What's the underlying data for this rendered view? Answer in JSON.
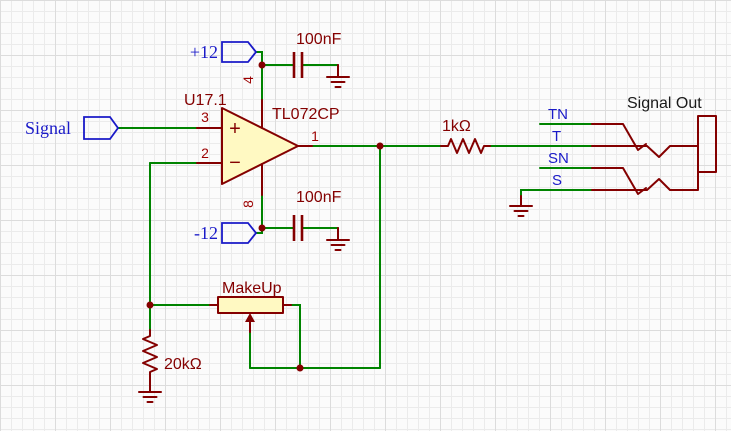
{
  "labels": {
    "signal": "Signal",
    "plus12": "+12",
    "minus12": "-12",
    "signal_out": "Signal Out",
    "net_tn": "TN",
    "net_t": "T",
    "net_sn": "SN",
    "net_s": "S"
  },
  "opamp": {
    "reference": "U17.1",
    "value": "TL072CP",
    "pin_noninverting": "3",
    "pin_inverting": "2",
    "pin_output": "1",
    "pin_vplus": "4",
    "pin_vminus": "8",
    "noninverting_sign": "+",
    "inverting_sign": "−"
  },
  "capacitor_top": {
    "value": "100nF"
  },
  "capacitor_bottom": {
    "value": "100nF"
  },
  "resistor_output": {
    "value": "1kΩ"
  },
  "resistor_feedback": {
    "value": "20kΩ"
  },
  "potentiometer": {
    "value": "MakeUp"
  },
  "colors": {
    "wire_green": "#008400",
    "symbol_maroon": "#840000",
    "label_blue": "#1a1ac8",
    "opamp_body_fill": "#fff9c2",
    "plain_text": "#1a1a1a",
    "grid": "#e3e3e3"
  }
}
